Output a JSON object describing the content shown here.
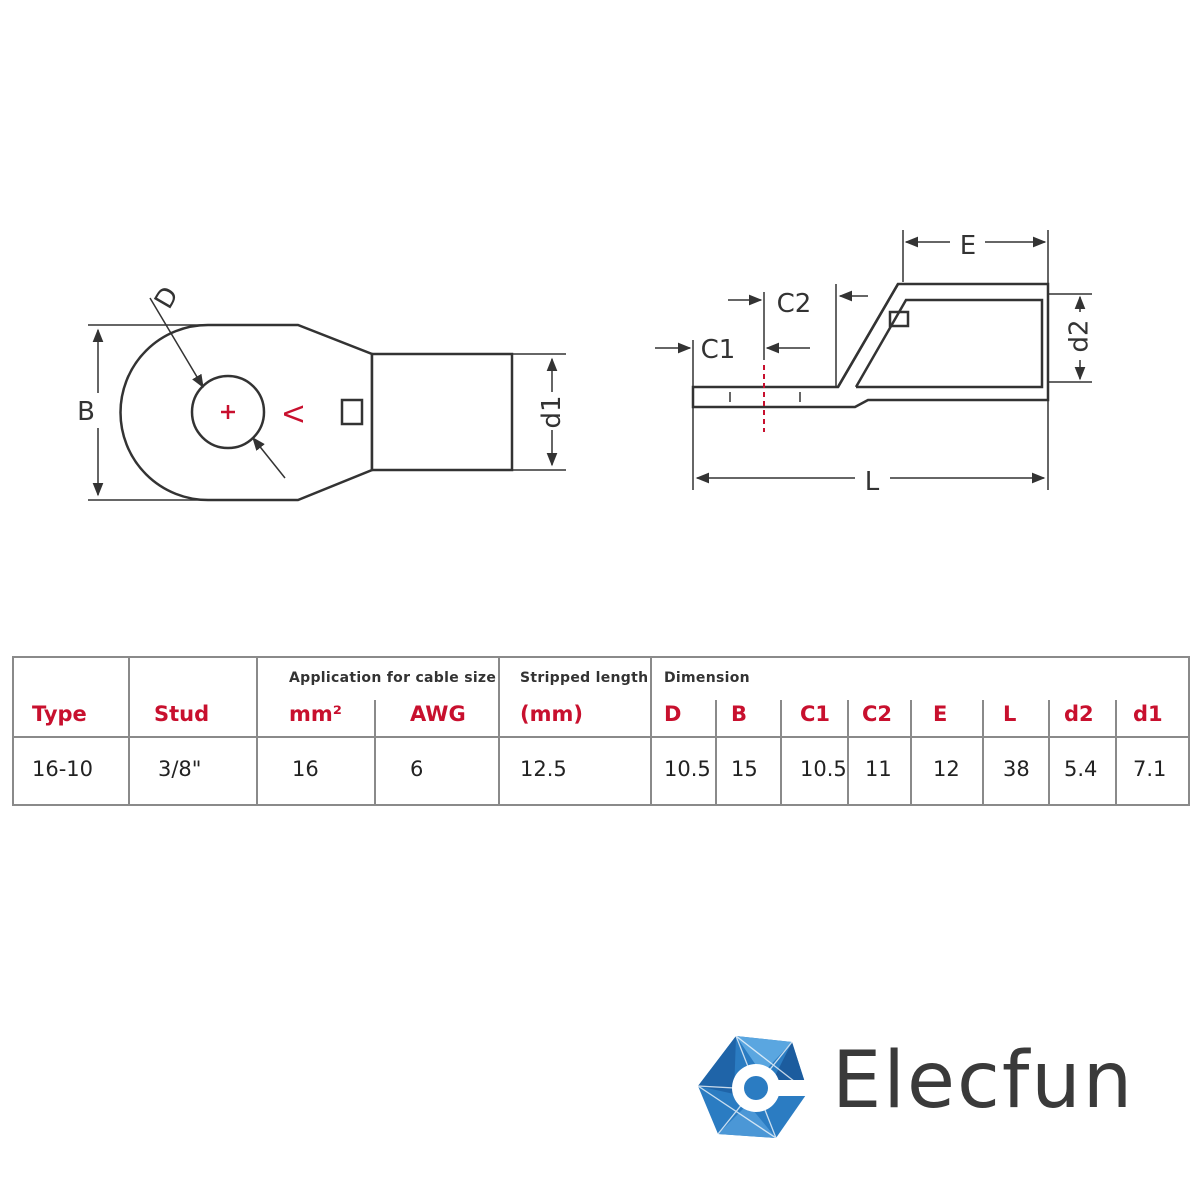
{
  "diagram": {
    "front_view": {
      "labels": {
        "D": "D",
        "B": "B",
        "V": "V",
        "d1": "d1"
      }
    },
    "side_view": {
      "labels": {
        "C1": "C1",
        "C2": "C2",
        "E": "E",
        "d2": "d2",
        "L": "L"
      }
    }
  },
  "table": {
    "group_headers": {
      "application": "Application for cable size",
      "stripped": "Stripped length",
      "dimension": "Dimension"
    },
    "columns": [
      "Type",
      "Stud",
      "mm²",
      "AWG",
      "(mm)",
      "D",
      "B",
      "C1",
      "C2",
      "E",
      "L",
      "d2",
      "d1"
    ],
    "rows": [
      [
        "16-10",
        "3/8\"",
        "16",
        "6",
        "12.5",
        "10.5",
        "15",
        "10.5",
        "11",
        "12",
        "38",
        "5.4",
        "7.1"
      ]
    ]
  },
  "brand": {
    "name": "Elecfun"
  },
  "colors": {
    "accent_red": "#c8102e",
    "logo_blue": "#2b7cc2",
    "line": "#333333"
  }
}
